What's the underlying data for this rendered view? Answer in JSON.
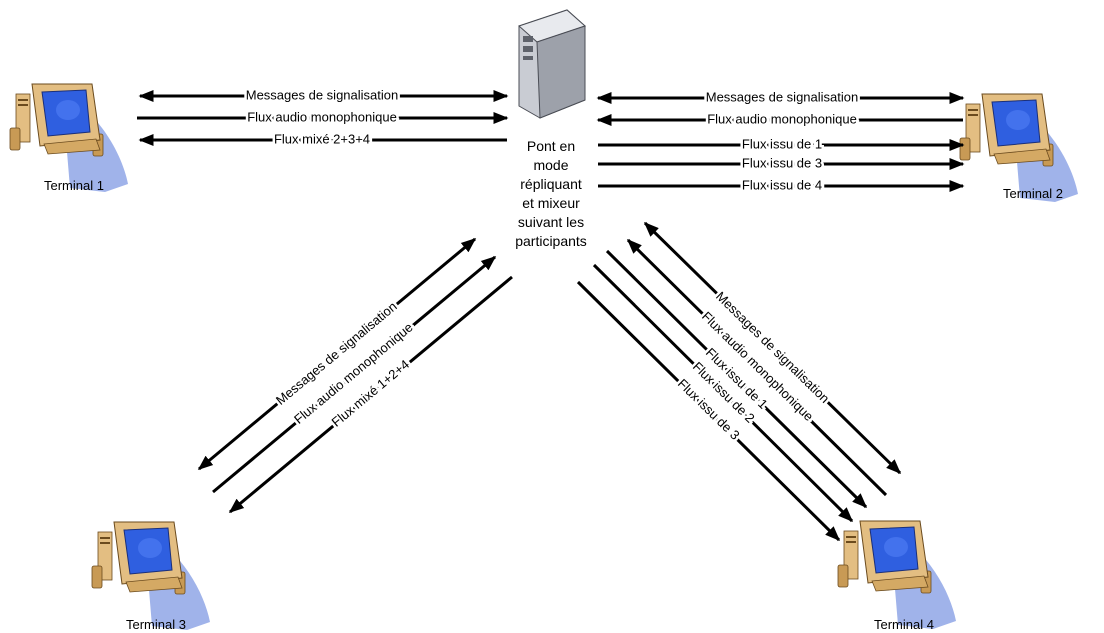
{
  "server": {
    "label_lines": [
      "Pont en",
      "mode",
      "répliquant",
      "et mixeur",
      "suivant les",
      "participants"
    ]
  },
  "terminals": [
    {
      "id": "t1",
      "label": "Terminal 1"
    },
    {
      "id": "t2",
      "label": "Terminal 2"
    },
    {
      "id": "t3",
      "label": "Terminal 3"
    },
    {
      "id": "t4",
      "label": "Terminal 4"
    }
  ],
  "links": {
    "t1": [
      "Messages de signalisation",
      "Flux audio monophonique",
      "Flux mixé 2+3+4"
    ],
    "t2": [
      "Messages de signalisation",
      "Flux audio monophonique",
      "Flux issu de 1",
      "Flux issu de 3",
      "Flux issu de 4"
    ],
    "t3": [
      "Messages de signalisation",
      "Flux audio monophonique",
      "Flux mixé 1+2+4"
    ],
    "t4": [
      "Messages de signalisation",
      "Flux audio monophonique",
      "Flux issu de 1",
      "Flux issu de 2",
      "Flux issu de 3"
    ]
  },
  "colors": {
    "monitor_body": "#E3BE82",
    "screen_blue": "#2F5FE0",
    "shadow_blue": "#8FA6E6",
    "server_gray": "#C9CCD3",
    "arrow": "#000000"
  }
}
